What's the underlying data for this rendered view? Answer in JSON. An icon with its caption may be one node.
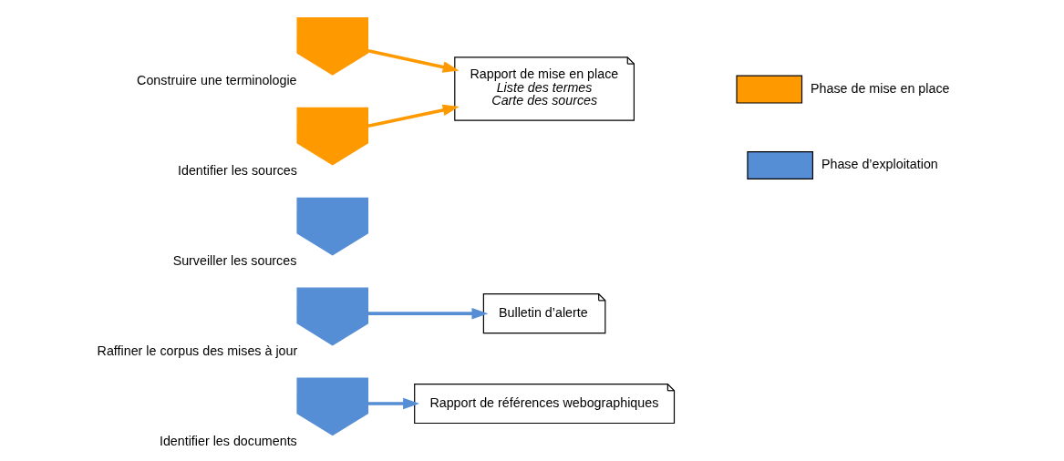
{
  "diagram": {
    "nodes": [
      {
        "text": [],
        "shape": "chevron",
        "beside": [
          "Construire une terminologie"
        ]
      },
      {
        "text": [],
        "shape": "chevron",
        "beside": [
          "Identifier les sources"
        ]
      },
      {
        "text": [
          "Rapport de mise en place",
          "Liste des termes",
          "Carte des sources"
        ]
      },
      {
        "text": [],
        "shape": "chevron",
        "beside": [
          "Surveiller les sources"
        ]
      },
      {
        "text": [],
        "shape": "chevron",
        "beside": [
          "Raffiner le corpus des mises à jour"
        ]
      },
      {
        "text": [
          "Bulletin d’alerte"
        ]
      },
      {
        "text": [],
        "shape": "chevron",
        "beside": [
          "Identifier les documents"
        ]
      },
      {
        "text": [
          "Rapport de références webographiques"
        ]
      }
    ],
    "edges": [
      {
        "from": 0,
        "to": 2,
        "arrow": "to",
        "color": "#ff9900"
      },
      {
        "from": 1,
        "to": 2,
        "arrow": "to",
        "color": "#ff9900"
      },
      {
        "from": 4,
        "to": 5,
        "arrow": "to",
        "color": "#558ed5"
      },
      {
        "from": 6,
        "to": 7,
        "arrow": "to",
        "color": "#558ed5"
      }
    ],
    "legend": [
      {
        "text": "Phase de mise en place",
        "color": "#ff9900"
      },
      {
        "text": "Phase d’exploitation",
        "color": "#558ed5"
      }
    ]
  }
}
